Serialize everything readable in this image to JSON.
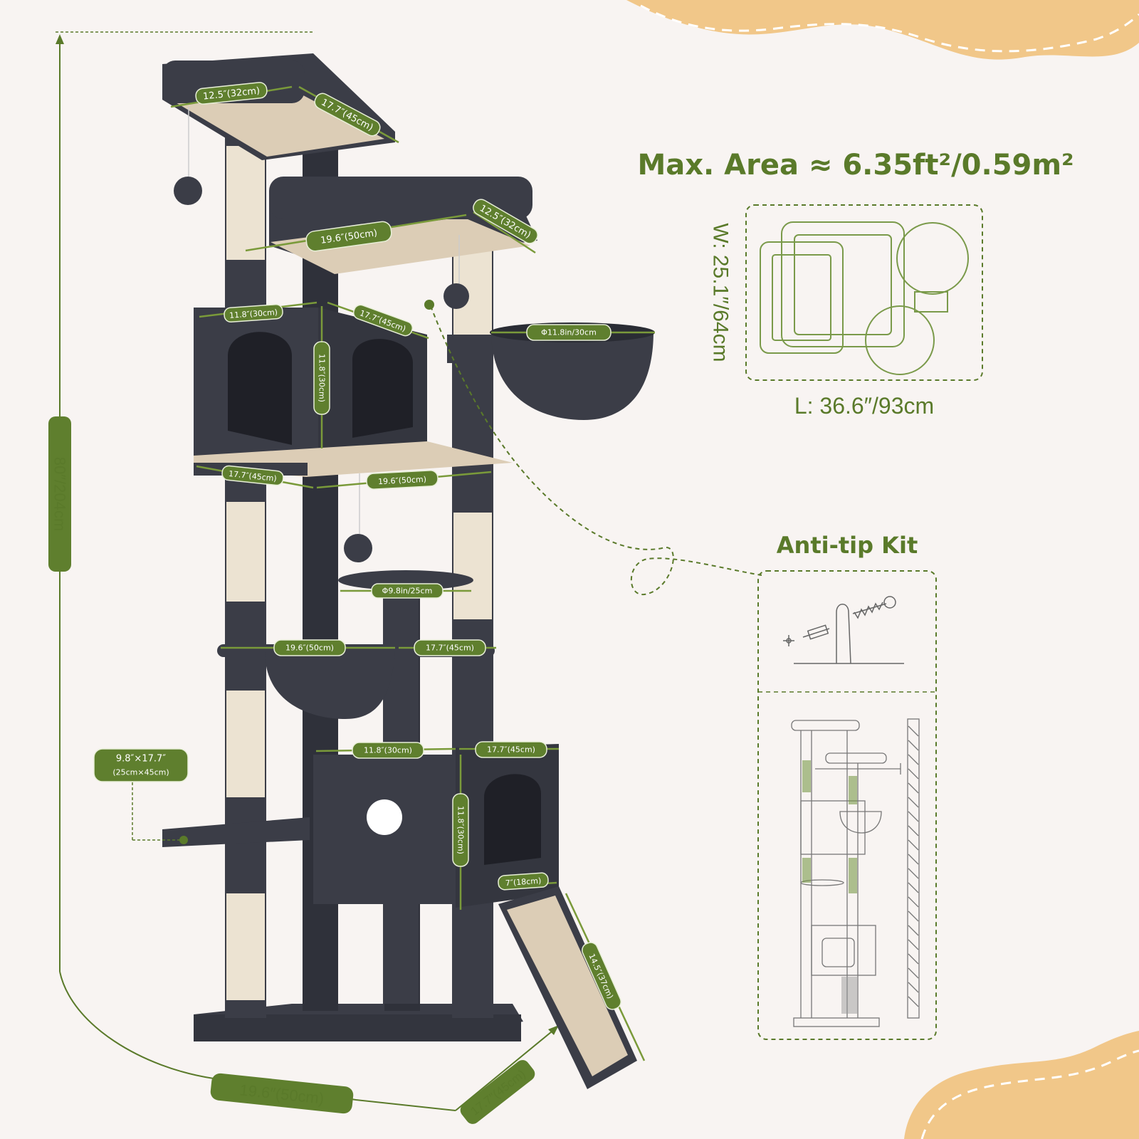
{
  "colors": {
    "accent": "#5a7a2a",
    "tag_bg": "#5f7f2e",
    "tag_border": "#e8efd8",
    "corner_blob": "#f1c789",
    "plush": "#3b3d47",
    "plush_dark": "#2a2c34",
    "sisal": "#ece3d2",
    "platform_top": "#dccdb6",
    "background": "#f8f4f2"
  },
  "total_height": "80″/204cm",
  "base_width": "19.6″(50cm)",
  "base_depth": "17.7″(45cm)",
  "labels": {
    "top_width": "12.5″(32cm)",
    "top_depth": "17.7″(45cm)",
    "second_width": "19.6″(50cm)",
    "second_depth": "12.5″(32cm)",
    "condo_width": "11.8″(30cm)",
    "condo_depth": "17.7″(45cm)",
    "condo_height": "11.8″(30cm)",
    "basket_diameter": "Φ11.8in/30cm",
    "mid_platform_depth": "17.7″(45cm)",
    "mid_platform_width": "19.6″(50cm)",
    "round_platform": "Φ9.8in/25cm",
    "hammock_width": "19.6″(50cm)",
    "hammock_depth": "17.7″(45cm)",
    "lower_condo_width": "11.8″(30cm)",
    "lower_condo_depth": "17.7″(45cm)",
    "lower_condo_height": "11.8″(30cm)",
    "step_size_line1": "9.8″×17.7″",
    "step_size_line2": "(25cm×45cm)",
    "ramp_width": "7″(18cm)",
    "ramp_length": "14.5″(37cm)"
  },
  "area": {
    "headline": "Max. Area ≈ 6.35ft²/0.59m²",
    "width_label": "W: 25.1″/64cm",
    "length_label": "L: 36.6″/93cm"
  },
  "anti_tip": {
    "title": "Anti-tip Kit"
  }
}
